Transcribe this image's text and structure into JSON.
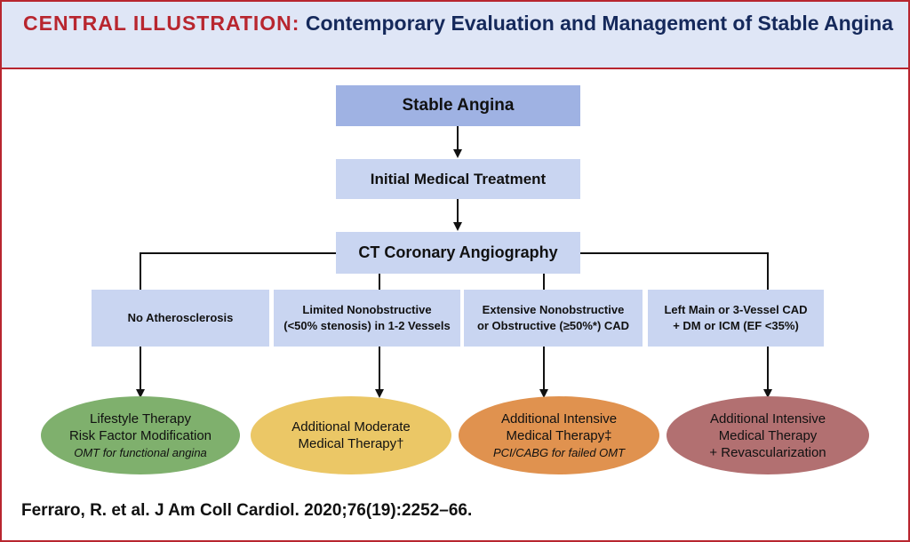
{
  "header": {
    "label": "CENTRAL ILLUSTRATION:",
    "title": "Contemporary Evaluation and Management of Stable Angina"
  },
  "flow": {
    "top": "Stable Angina",
    "step2": "Initial Medical Treatment",
    "step3": "CT Coronary Angiography"
  },
  "categories": [
    {
      "line1": "No Atherosclerosis",
      "line2": ""
    },
    {
      "line1": "Limited Nonobstructive",
      "line2": "(<50% stenosis) in 1-2 Vessels"
    },
    {
      "line1": "Extensive Nonobstructive",
      "line2": "or Obstructive (≥50%*) CAD"
    },
    {
      "line1": "Left Main or 3-Vessel CAD",
      "line2": "+ DM or ICM (EF <35%)"
    }
  ],
  "outcomes": [
    {
      "line1": "Lifestyle Therapy",
      "line2": "Risk Factor Modification",
      "note": "OMT for functional angina",
      "color": "#7fb06d"
    },
    {
      "line1": "Additional Moderate",
      "line2": "Medical Therapy†",
      "note": "",
      "color": "#ebc766"
    },
    {
      "line1": "Additional Intensive",
      "line2": "Medical Therapy‡",
      "note": "PCI/CABG for failed OMT",
      "color": "#e0924f"
    },
    {
      "line1": "Additional Intensive",
      "line2": "Medical Therapy",
      "line3": "+ Revascularization",
      "note": "",
      "color": "#b27071"
    }
  ],
  "citation": "Ferraro, R. et al. J Am Coll Cardiol. 2020;76(19):2252–66.",
  "colors": {
    "border": "#b8262f",
    "header_bg": "#dfe6f6",
    "title": "#15295b",
    "box_dark": "#9fb2e3",
    "box_light": "#c9d5f1"
  }
}
